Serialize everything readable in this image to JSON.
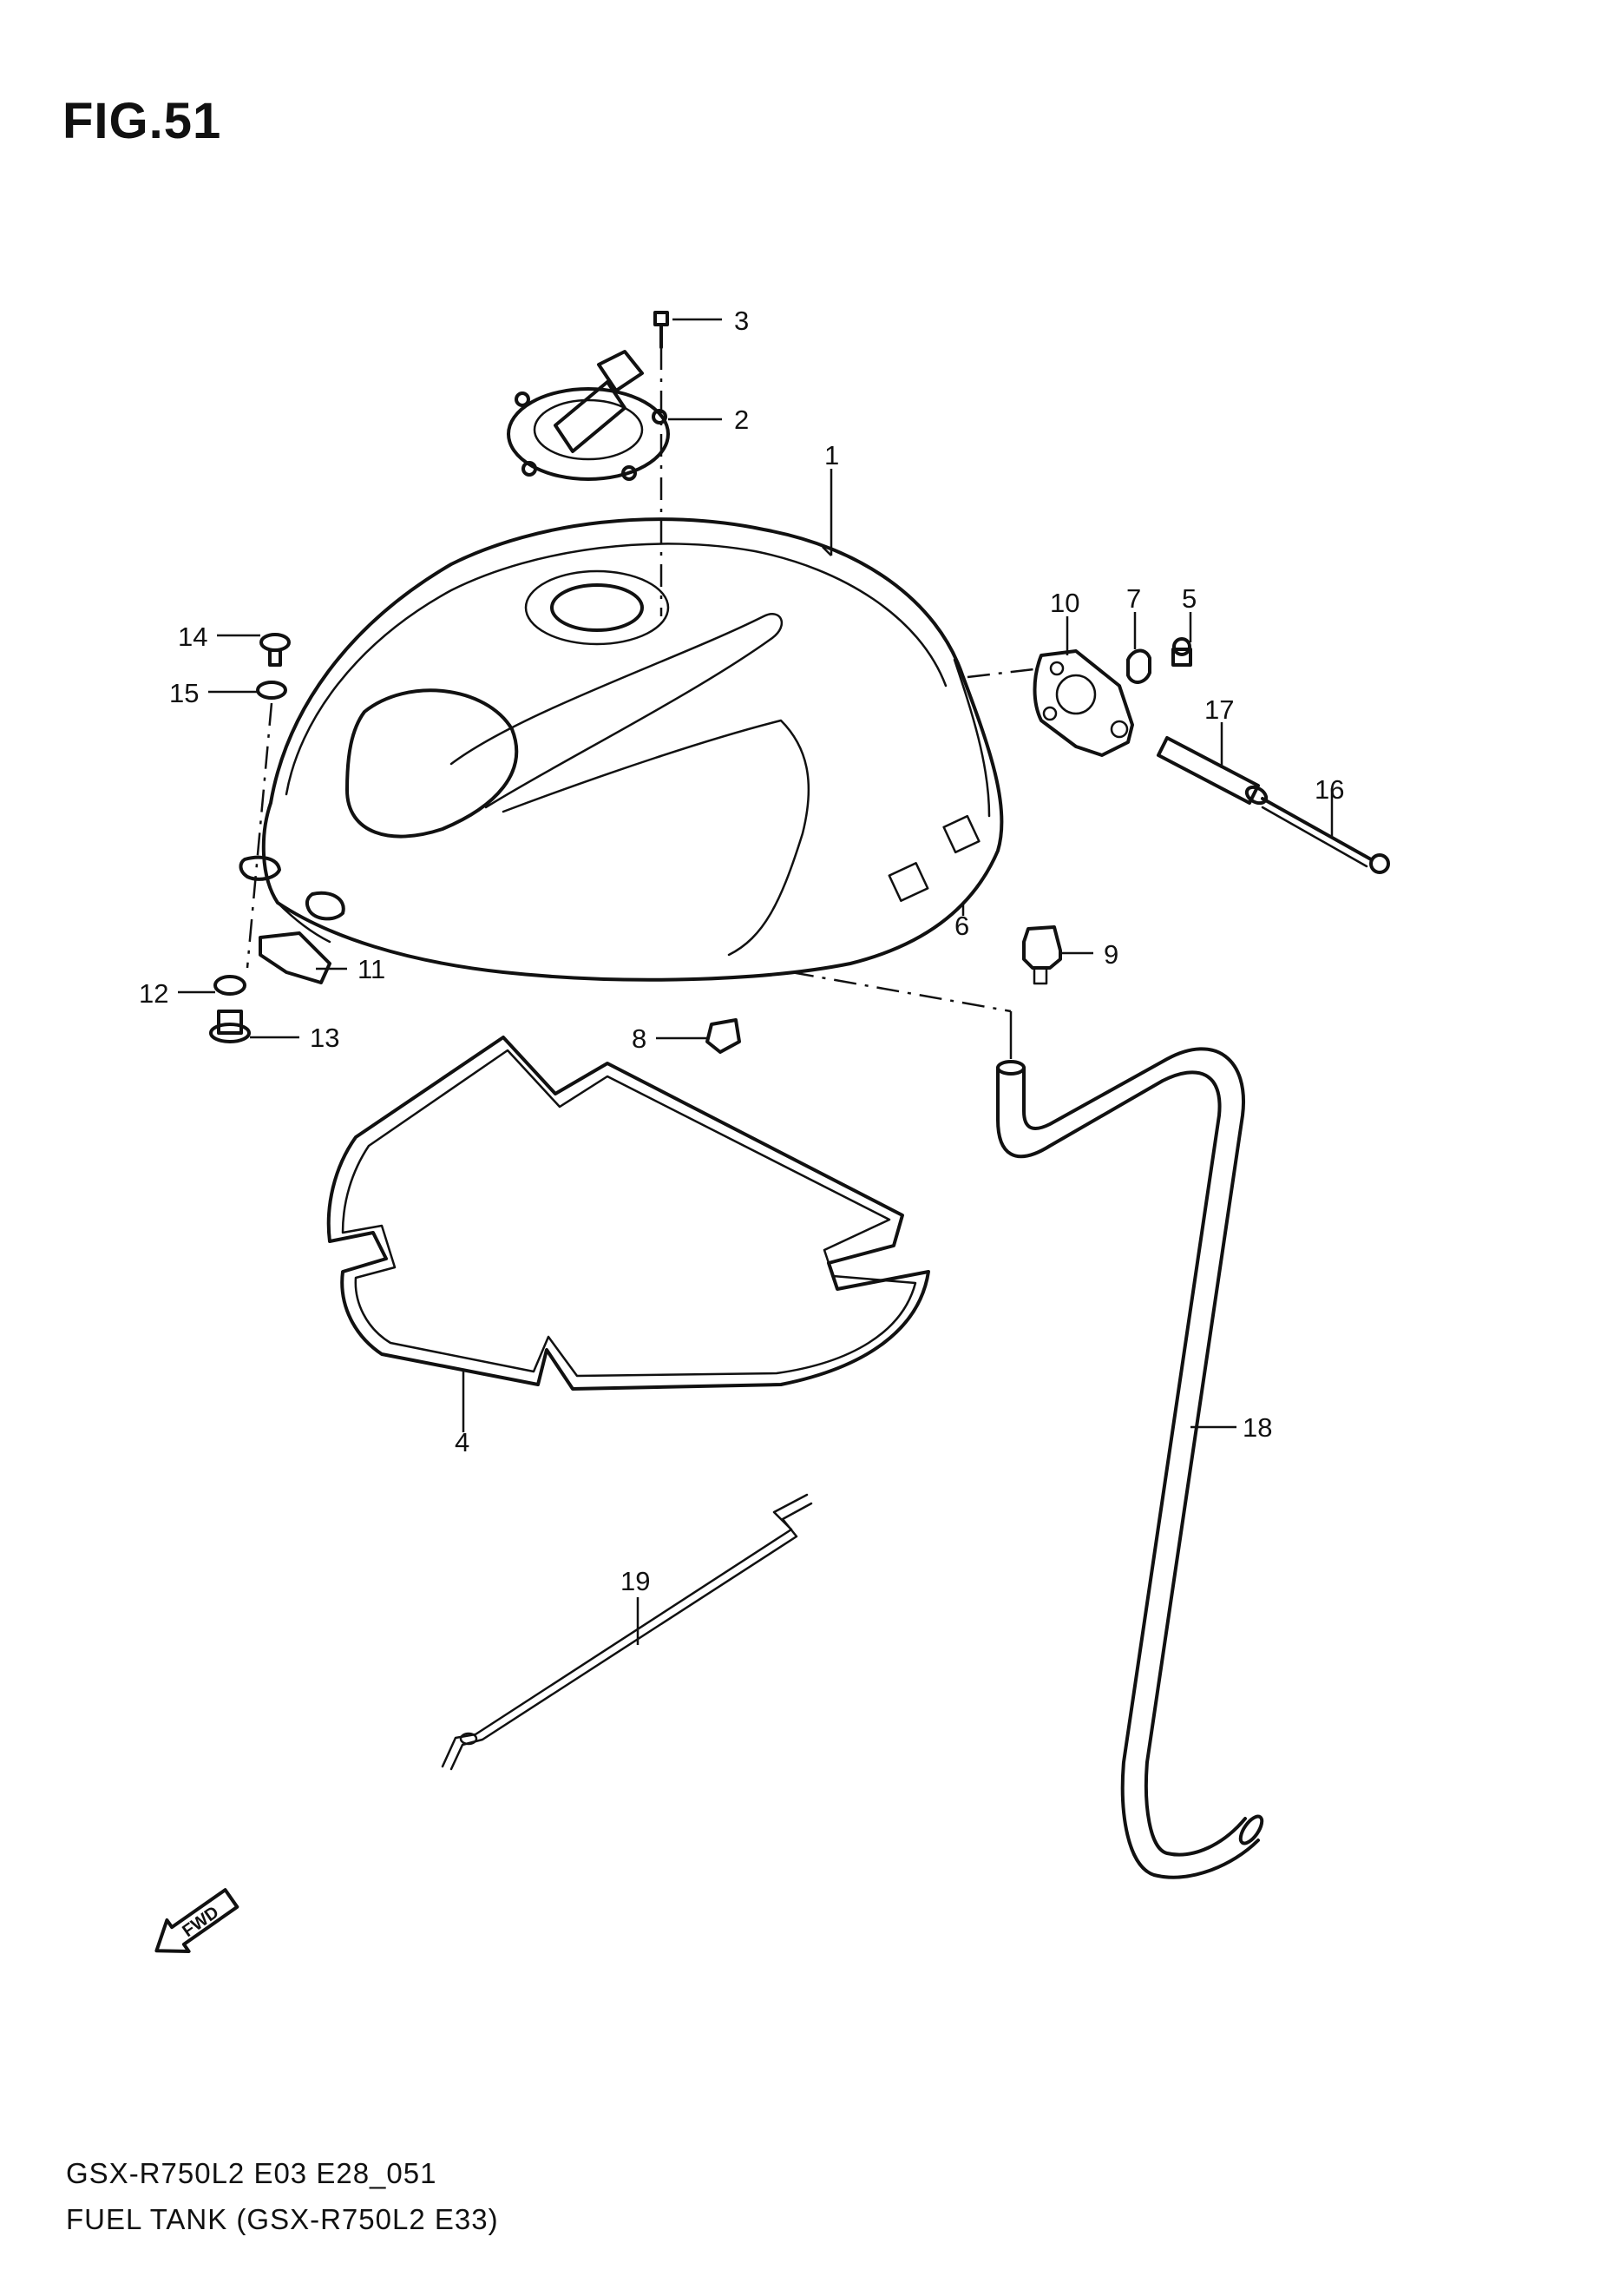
{
  "figure": {
    "title": "FIG.51"
  },
  "callouts": [
    {
      "id": "part-1",
      "label": "1"
    },
    {
      "id": "part-2",
      "label": "2"
    },
    {
      "id": "part-3",
      "label": "3"
    },
    {
      "id": "part-4",
      "label": "4"
    },
    {
      "id": "part-5",
      "label": "5"
    },
    {
      "id": "part-6",
      "label": "6"
    },
    {
      "id": "part-7",
      "label": "7"
    },
    {
      "id": "part-8",
      "label": "8"
    },
    {
      "id": "part-9",
      "label": "9"
    },
    {
      "id": "part-10",
      "label": "10"
    },
    {
      "id": "part-11",
      "label": "11"
    },
    {
      "id": "part-12",
      "label": "12"
    },
    {
      "id": "part-13",
      "label": "13"
    },
    {
      "id": "part-14",
      "label": "14"
    },
    {
      "id": "part-15",
      "label": "15"
    },
    {
      "id": "part-16",
      "label": "16"
    },
    {
      "id": "part-17",
      "label": "17"
    },
    {
      "id": "part-18",
      "label": "18"
    },
    {
      "id": "part-19",
      "label": "19"
    }
  ],
  "direction_marker": {
    "label": "FWD",
    "icon": "forward-arrow-icon"
  },
  "footer": {
    "model_code": "GSX-R750L2 E03 E28_051",
    "caption": "FUEL TANK (GSX-R750L2 E33)"
  }
}
